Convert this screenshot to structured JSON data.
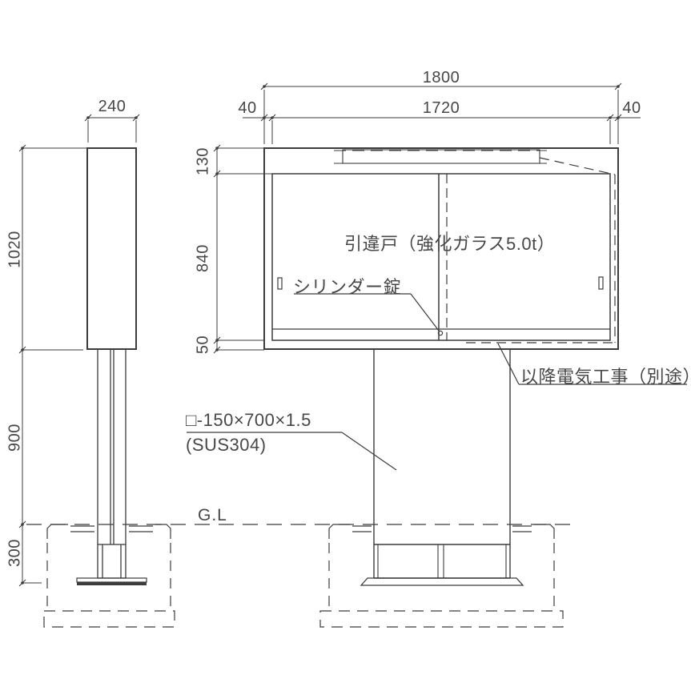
{
  "drawing": {
    "ground_label": "G.L",
    "dimensions": {
      "total_width": "1800",
      "inner_width": "1720",
      "margin_left": "40",
      "margin_right": "40",
      "side_depth": "240",
      "cabinet_height": "1020",
      "top_band": "130",
      "door_height": "840",
      "bottom_band": "50",
      "post_height": "900",
      "foundation_depth": "300"
    },
    "annotations": {
      "sliding_door": "引違戸（強化ガラス5.0t）",
      "cylinder_lock": "シリンダー錠",
      "electrical_work": "以降電気工事（別途）",
      "post_spec": "□-150×700×1.5",
      "post_material": "(SUS304)"
    },
    "colors": {
      "line": "#3c3c3c",
      "text": "#474747",
      "background": "#ffffff"
    }
  }
}
